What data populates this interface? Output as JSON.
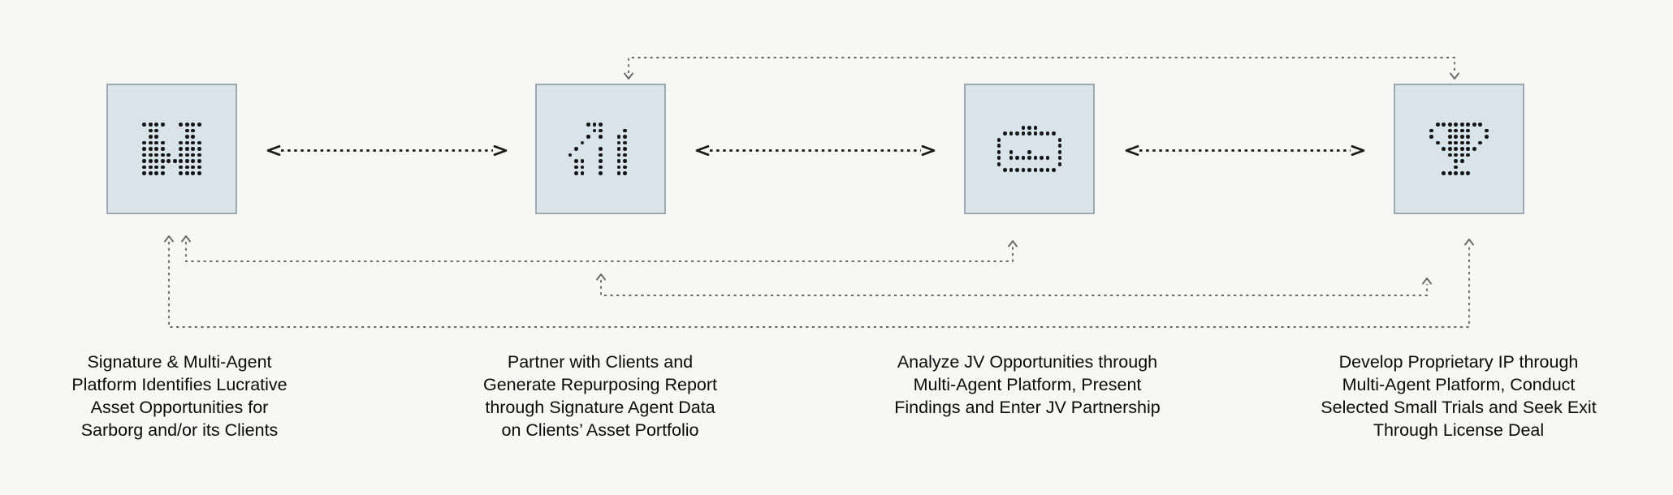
{
  "diagram": {
    "background": "#f7f8f6",
    "box_fill": "#d8e4ea",
    "box_border": "#a0a9ad",
    "dot_color": "#161616",
    "adjacent_arrow_color": "#1a1a1a",
    "skip_arrow_color": "#686868",
    "text_color": "#0a0a0a",
    "steps": [
      {
        "icon": "building-icon",
        "label": "Signature & Multi-Agent\nPlatform Identifies Lucrative\nAsset Opportunities for\nSarborg and/or its Clients"
      },
      {
        "icon": "growth-chart-icon",
        "label": "Partner with Clients and\nGenerate Repurposing Report\nthrough Signature Agent Data\non Clients’ Asset Portfolio"
      },
      {
        "icon": "briefcase-icon",
        "label": "Analyze JV Opportunities through\nMulti-Agent Platform, Present\nFindings and Enter JV Partnership"
      },
      {
        "icon": "trophy-icon",
        "label": "Develop Proprietary IP through\nMulti-Agent Platform, Conduct\nSelected Small Trials and Seek Exit\nThrough License Deal"
      }
    ],
    "icon_grids": {
      "building-icon": [
        "XXXX..XXXX",
        ".XX....XX.",
        ".XX....XX.",
        "XXXX..XXXX",
        "XXXX..XXXX",
        "XXXXX.XXXX",
        "XXXXXXXXXX",
        "XXXX..XXXX",
        "XXXX..XXXX"
      ],
      "growth-chart-icon": [
        "...XXX.....",
        "....XX...X.",
        "...X.X..XX.",
        "..X.....XX.",
        ".X...X..XX.",
        "X....X..XX.",
        ".XX..X..XX.",
        ".XX..X..XX.",
        ".XX..X..XX."
      ],
      "briefcase-icon": [
        "....XXX....",
        ".XXXXXXXXX.",
        "X.........X",
        "X.........X",
        "X.X..X....X",
        "X.XXXXXXX.X",
        "X.........X",
        ".XXXXXXXXX."
      ],
      "trophy-icon": [
        ".XXXXXXXX.",
        "X..XXXX..X",
        "X..XXXX..X",
        ".X.XXXX.X.",
        "..XXXXXX..",
        "...XXXX...",
        "....XX....",
        "....X.....",
        "..XXXXX..."
      ]
    }
  }
}
